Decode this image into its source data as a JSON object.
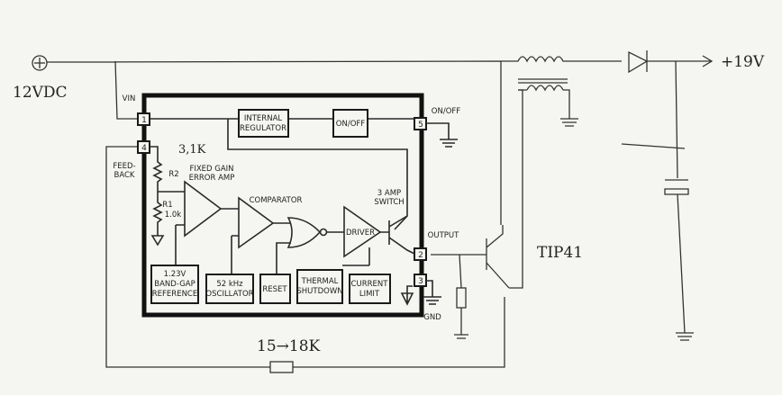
{
  "input_label": "12VDC",
  "output_label": "+19V",
  "transistor_label": "TIP41",
  "feedback_resistor_label": "15→18K",
  "r2_value_label": "3,1K",
  "chip": {
    "vin_label": "VIN",
    "feedback_label": [
      "FEED-",
      "BACK"
    ],
    "on_off_pin_label": "ON/OFF",
    "output_label": "OUTPUT",
    "gnd_label": "GND",
    "r2_label": "R2",
    "r1_label": "R1",
    "r1_value": "1.0k",
    "error_amp_label": [
      "FIXED GAIN",
      "ERROR AMP"
    ],
    "comparator_label": "COMPARATOR",
    "switch_label": [
      "3 AMP",
      "SWITCH"
    ],
    "driver_label": "DRIVER",
    "regulator_label": [
      "INTERNAL",
      "REGULATOR"
    ],
    "on_off_block_label": "ON/OFF",
    "reference_label": [
      "1.23V",
      "BAND-GAP",
      "REFERENCE"
    ],
    "oscillator_label": [
      "52 kHz",
      "OSCILLATOR"
    ],
    "reset_label": "RESET",
    "thermal_label": [
      "THERMAL",
      "SHUTDOWN"
    ],
    "current_limit_label": [
      "CURRENT",
      "LIMIT"
    ],
    "pins": [
      "1",
      "4",
      "5",
      "2",
      "3"
    ]
  }
}
